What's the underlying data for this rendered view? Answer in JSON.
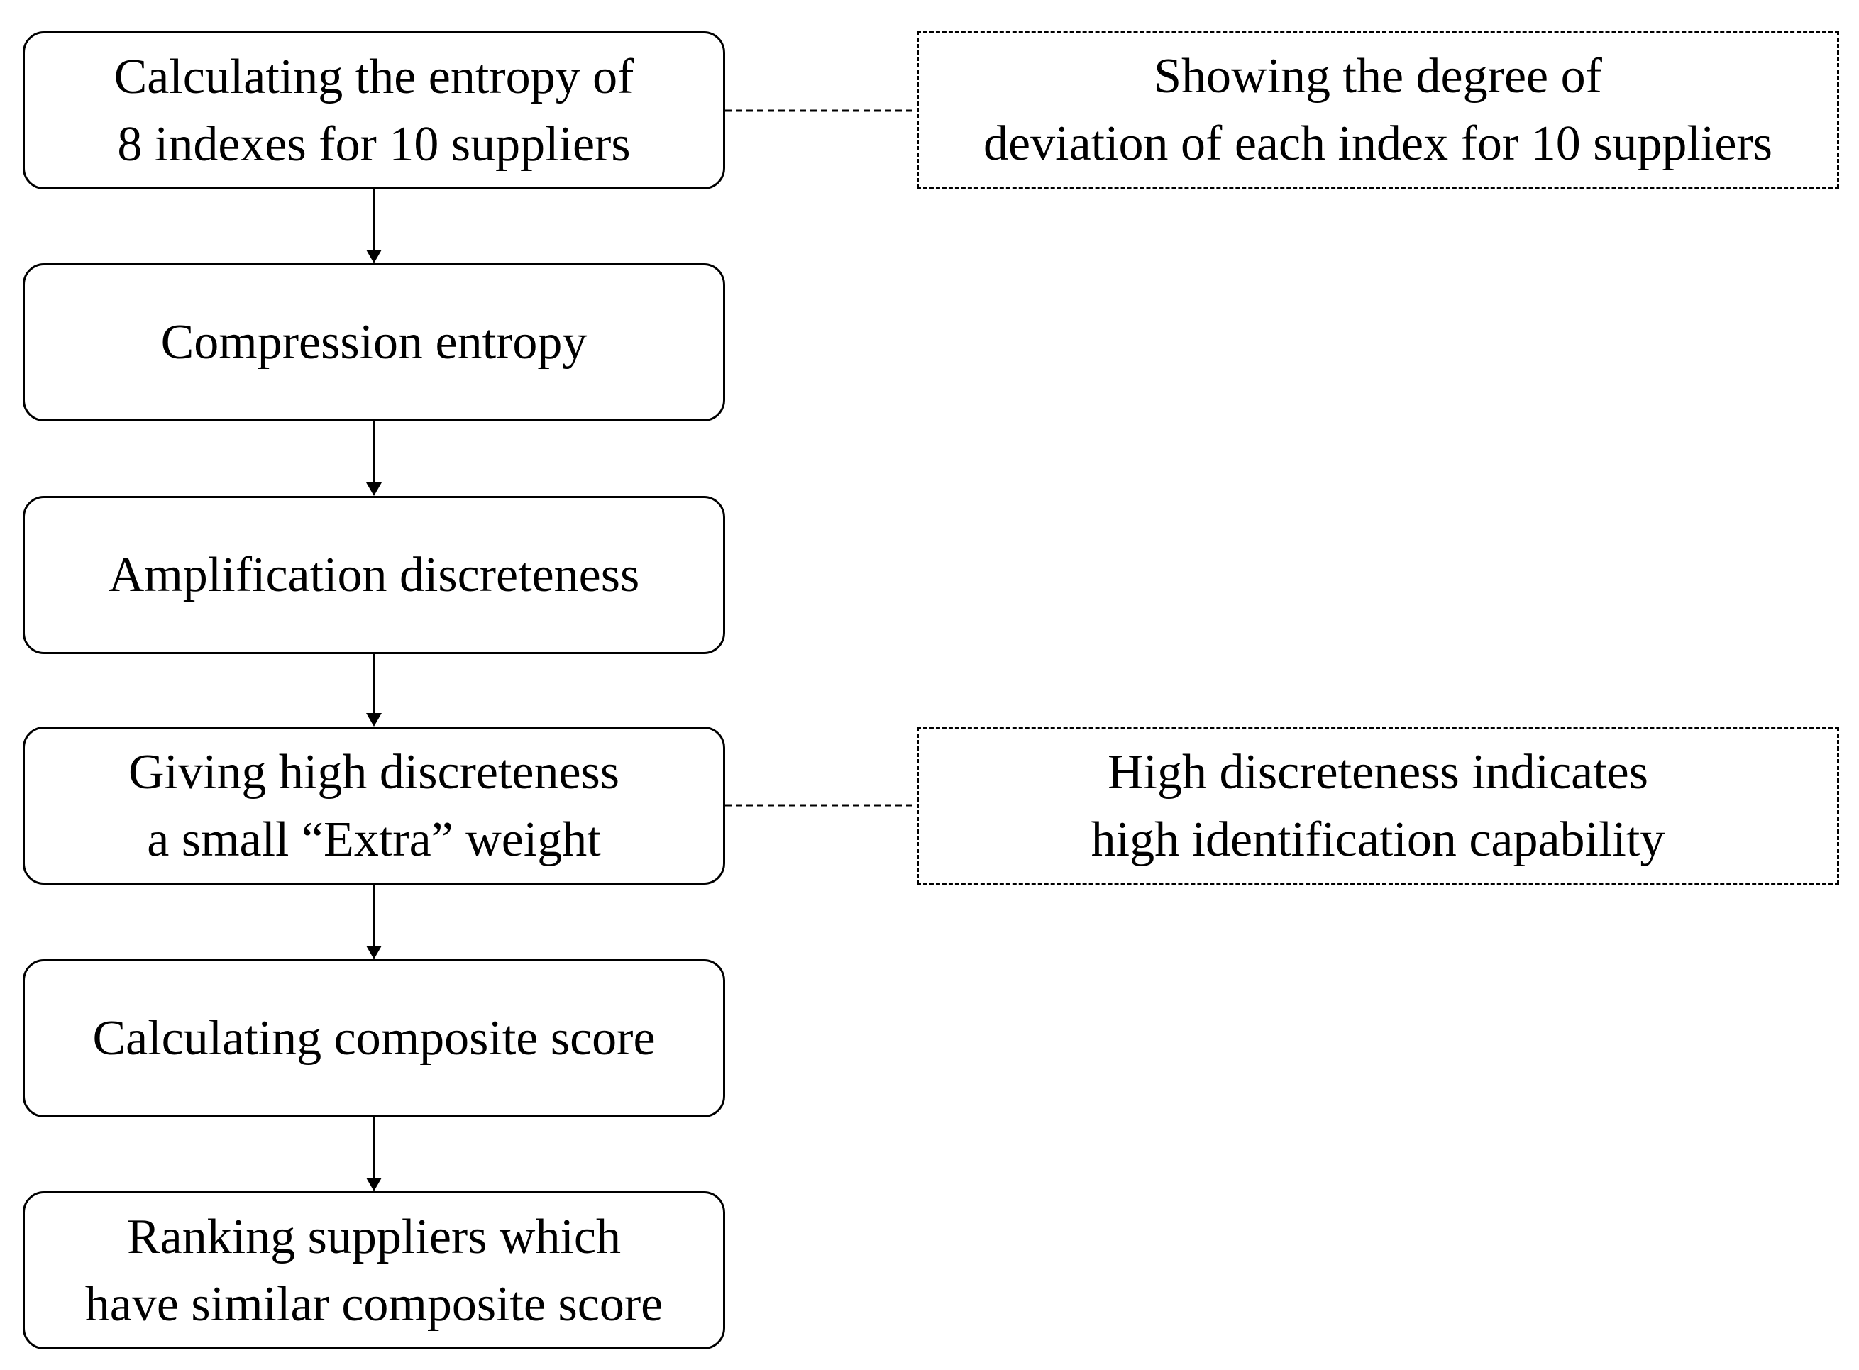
{
  "steps": [
    {
      "lines": [
        "Calculating the entropy of",
        "8 indexes for 10 suppliers"
      ]
    },
    {
      "lines": [
        "Compression entropy"
      ]
    },
    {
      "lines": [
        "Amplification discreteness"
      ]
    },
    {
      "lines": [
        "Giving high discreteness",
        "a small “Extra” weight"
      ]
    },
    {
      "lines": [
        "Calculating composite score"
      ]
    },
    {
      "lines": [
        "Ranking suppliers which",
        "have similar composite score"
      ]
    }
  ],
  "notes": [
    {
      "lines": [
        "Showing the degree of",
        "deviation of each index for 10 suppliers"
      ]
    },
    {
      "lines": [
        "High discreteness indicates",
        "high identification capability"
      ]
    }
  ],
  "colors": {
    "stroke": "#000000",
    "background": "#ffffff"
  }
}
